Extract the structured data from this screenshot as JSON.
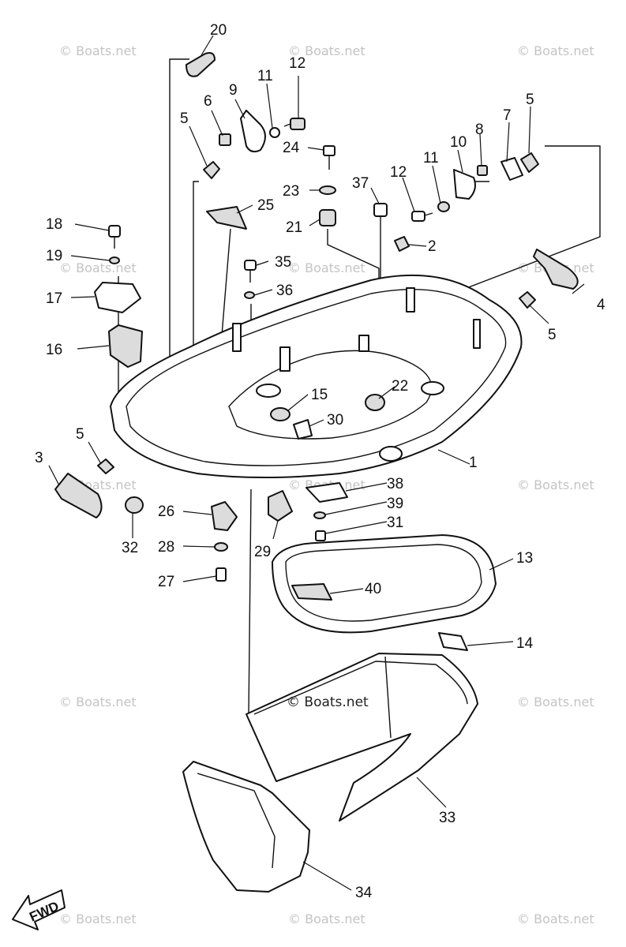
{
  "watermark": "© Boats.net",
  "fwd_label": "FWD",
  "callouts": [
    "20",
    "12",
    "11",
    "9",
    "6",
    "5",
    "24",
    "23",
    "21",
    "25",
    "37",
    "12",
    "11",
    "10",
    "8",
    "7",
    "5",
    "2",
    "18",
    "19",
    "35",
    "36",
    "17",
    "4",
    "5",
    "16",
    "15",
    "22",
    "30",
    "1",
    "5",
    "3",
    "38",
    "39",
    "26",
    "31",
    "32",
    "28",
    "29",
    "13",
    "40",
    "27",
    "14",
    "33",
    "34"
  ]
}
